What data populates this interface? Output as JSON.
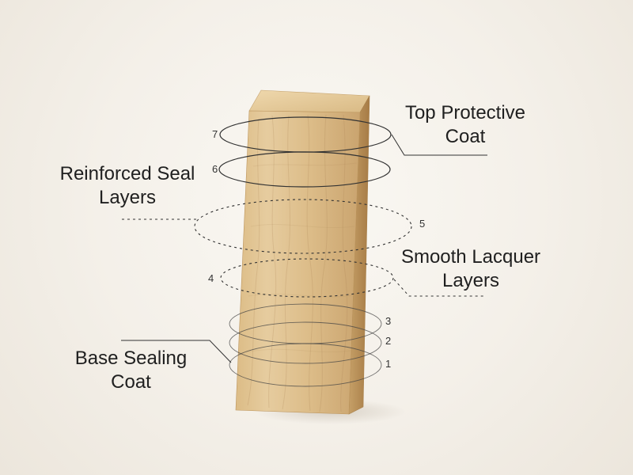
{
  "labels": {
    "top_protective_coat": {
      "line1": "Top Protective",
      "line2": "Coat"
    },
    "reinforced_seal_layers": {
      "line1": "Reinforced Seal",
      "line2": "Layers"
    },
    "smooth_lacquer_layers": {
      "line1": "Smooth Lacquer",
      "line2": "Layers"
    },
    "base_sealing_coat": {
      "line1": "Base Sealing",
      "line2": "Coat"
    }
  },
  "layer_numbers": {
    "layer_7": "7",
    "layer_6": "6",
    "layer_5": "5",
    "layer_4": "4",
    "layer_3": "3",
    "layer_2": "2",
    "layer_1": "1"
  },
  "colors": {
    "background": "#f3efe8",
    "wood_light": "#e4c99b",
    "wood_mid": "#d6b27c",
    "wood_dark": "#b99158",
    "line": "#333333"
  }
}
